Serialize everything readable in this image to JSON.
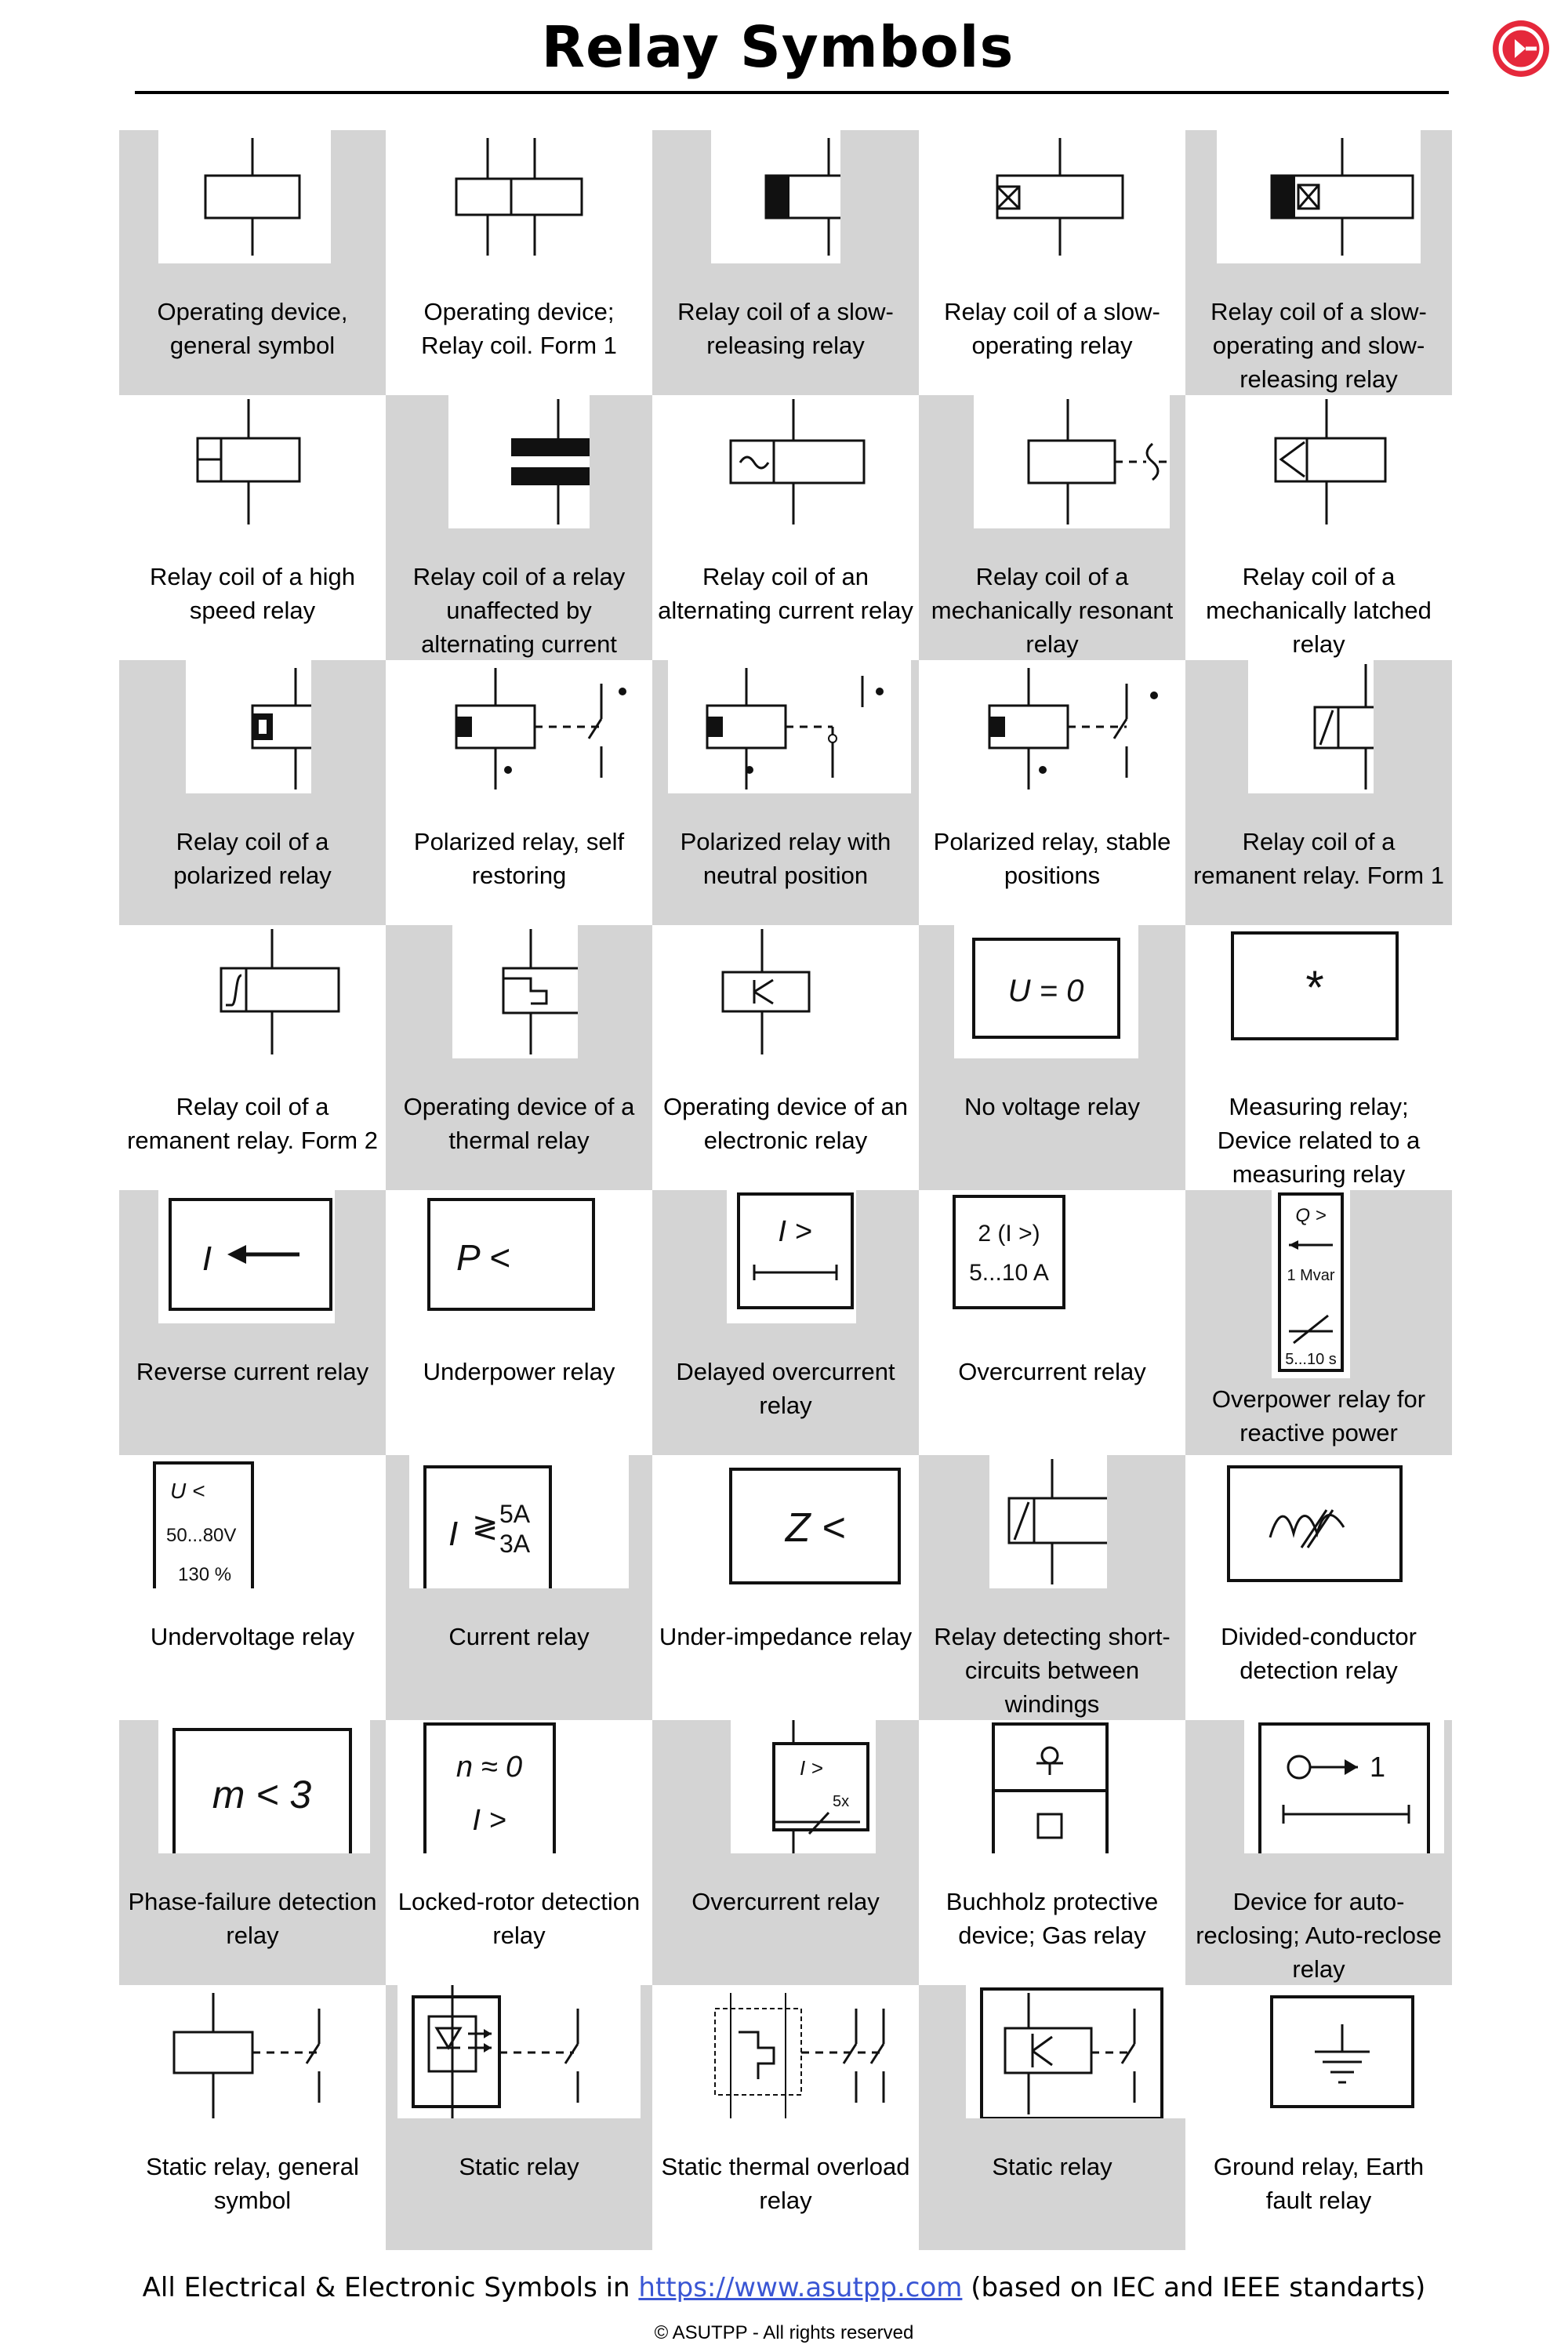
{
  "title": "Relay Symbols",
  "footer": {
    "prefix": "All Electrical & Electronic Symbols in ",
    "link": "https://www.asutpp.com",
    "suffix": " (based on IEC and IEEE standarts)"
  },
  "copyright": "© ASUTPP - All rights reserved",
  "colors": {
    "cell_gray": "#d4d4d4",
    "link": "#3a56d4",
    "logo": "#e5283b"
  },
  "cells": [
    {
      "caption": "Operating device, general symbol",
      "gray": true,
      "icon": "operating-device-general-icon"
    },
    {
      "caption": "Operating device; Relay coil. Form 1",
      "gray": false,
      "icon": "relay-coil-form1-icon"
    },
    {
      "caption": "Relay coil of a slow-releasing relay",
      "gray": true,
      "icon": "slow-releasing-relay-icon"
    },
    {
      "caption": "Relay coil of a slow-operating relay",
      "gray": false,
      "icon": "slow-operating-relay-icon"
    },
    {
      "caption": "Relay coil of a slow-operating and slow-releasing relay",
      "gray": true,
      "icon": "slow-operating-releasing-relay-icon"
    },
    {
      "caption": "Relay coil of a high speed relay",
      "gray": false,
      "icon": "high-speed-relay-icon"
    },
    {
      "caption": "Relay coil of a relay unaffected by alternating current",
      "gray": true,
      "icon": "ac-unaffected-relay-icon"
    },
    {
      "caption": "Relay coil of an alternating current relay",
      "gray": false,
      "icon": "ac-relay-icon"
    },
    {
      "caption": "Relay coil of a mechanically resonant relay",
      "gray": true,
      "icon": "resonant-relay-icon"
    },
    {
      "caption": "Relay coil of a mechanically latched relay",
      "gray": false,
      "icon": "latched-relay-icon"
    },
    {
      "caption": "Relay coil of a polarized relay",
      "gray": true,
      "icon": "polarized-relay-coil-icon"
    },
    {
      "caption": "Polarized relay, self restoring",
      "gray": false,
      "icon": "polarized-self-restoring-icon"
    },
    {
      "caption": "Polarized relay with neutral position",
      "gray": true,
      "icon": "polarized-neutral-icon"
    },
    {
      "caption": "Polarized relay, stable positions",
      "gray": false,
      "icon": "polarized-stable-icon"
    },
    {
      "caption": "Relay coil of a remanent relay. Form 1",
      "gray": true,
      "icon": "remanent-relay-form1-icon"
    },
    {
      "caption": "Relay coil of a remanent relay. Form 2",
      "gray": false,
      "icon": "remanent-relay-form2-icon"
    },
    {
      "caption": "Operating device of a thermal relay",
      "gray": true,
      "icon": "thermal-relay-icon"
    },
    {
      "caption": "Operating device of an electronic relay",
      "gray": false,
      "icon": "electronic-relay-icon"
    },
    {
      "caption": "No voltage relay",
      "gray": true,
      "icon": "no-voltage-relay-icon",
      "label": "U = 0"
    },
    {
      "caption": "Measuring relay; Device related to a measuring relay",
      "gray": false,
      "icon": "measuring-relay-icon",
      "label": "*"
    },
    {
      "caption": "Reverse current relay",
      "gray": true,
      "icon": "reverse-current-relay-icon",
      "label": "I"
    },
    {
      "caption": "Underpower relay",
      "gray": false,
      "icon": "underpower-relay-icon",
      "label": "P <"
    },
    {
      "caption": "Delayed overcurrent relay",
      "gray": true,
      "icon": "delayed-overcurrent-relay-icon",
      "label": "I >"
    },
    {
      "caption": "Overcurrent relay",
      "gray": false,
      "icon": "overcurrent-relay-icon",
      "label": "2 (I >)",
      "label2": "5...10 A"
    },
    {
      "caption": "Overpower relay for reactive power",
      "gray": true,
      "icon": "overpower-reactive-relay-icon",
      "label": "Q >",
      "label2": "1 Mvar",
      "label3": "5...10 s"
    },
    {
      "caption": "Undervoltage relay",
      "gray": false,
      "icon": "undervoltage-relay-icon",
      "label": "U <",
      "label2": "50...80V",
      "label3": "130 %"
    },
    {
      "caption": "Current relay",
      "gray": true,
      "icon": "current-relay-icon",
      "label": "I",
      "label2": "5A",
      "label3": "3A"
    },
    {
      "caption": "Under-impedance relay",
      "gray": false,
      "icon": "under-impedance-relay-icon",
      "label": "Z <"
    },
    {
      "caption": "Relay detecting short-circuits between windings",
      "gray": true,
      "icon": "short-circuit-windings-relay-icon"
    },
    {
      "caption": "Divided-conductor detection relay",
      "gray": false,
      "icon": "divided-conductor-relay-icon"
    },
    {
      "caption": "Phase-failure detection relay",
      "gray": true,
      "icon": "phase-failure-relay-icon",
      "label": "m < 3"
    },
    {
      "caption": "Locked-rotor detection relay",
      "gray": false,
      "icon": "locked-rotor-relay-icon",
      "label": "n ≈ 0",
      "label2": "I >"
    },
    {
      "caption": "Overcurrent relay",
      "gray": true,
      "icon": "overcurrent-relay-delay-icon",
      "label": "I >",
      "label2": "5x"
    },
    {
      "caption": "Buchholz protective device; Gas relay",
      "gray": false,
      "icon": "buchholz-gas-relay-icon"
    },
    {
      "caption": "Device for auto-reclosing; Auto-reclose relay",
      "gray": true,
      "icon": "auto-reclose-relay-icon",
      "label": "1"
    },
    {
      "caption": "Static relay, general symbol",
      "gray": false,
      "icon": "static-relay-general-icon"
    },
    {
      "caption": "Static relay",
      "gray": true,
      "icon": "static-relay-optical-icon"
    },
    {
      "caption": "Static thermal overload relay",
      "gray": false,
      "icon": "static-thermal-overload-relay-icon"
    },
    {
      "caption": "Static relay",
      "gray": true,
      "icon": "static-relay-electronic-icon"
    },
    {
      "caption": "Ground relay, Earth fault relay",
      "gray": false,
      "icon": "ground-fault-relay-icon"
    }
  ]
}
